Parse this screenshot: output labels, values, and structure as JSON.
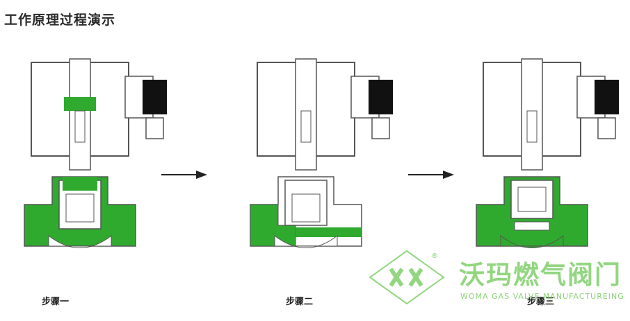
{
  "title": "工作原理过程演示",
  "steps": [
    {
      "label": "步骤一"
    },
    {
      "label": "步骤二"
    },
    {
      "label": "步骤三"
    }
  ],
  "watermark": {
    "cn": "沃玛燃气阀门",
    "en": "WOMA GAS VALVE MANUFACTUREING",
    "reg": "®"
  },
  "colors": {
    "fluid": "#2faa2f",
    "line": "#555555",
    "arrow": "#222222",
    "watermark": "#7fcf6a",
    "coil": "#111111"
  }
}
